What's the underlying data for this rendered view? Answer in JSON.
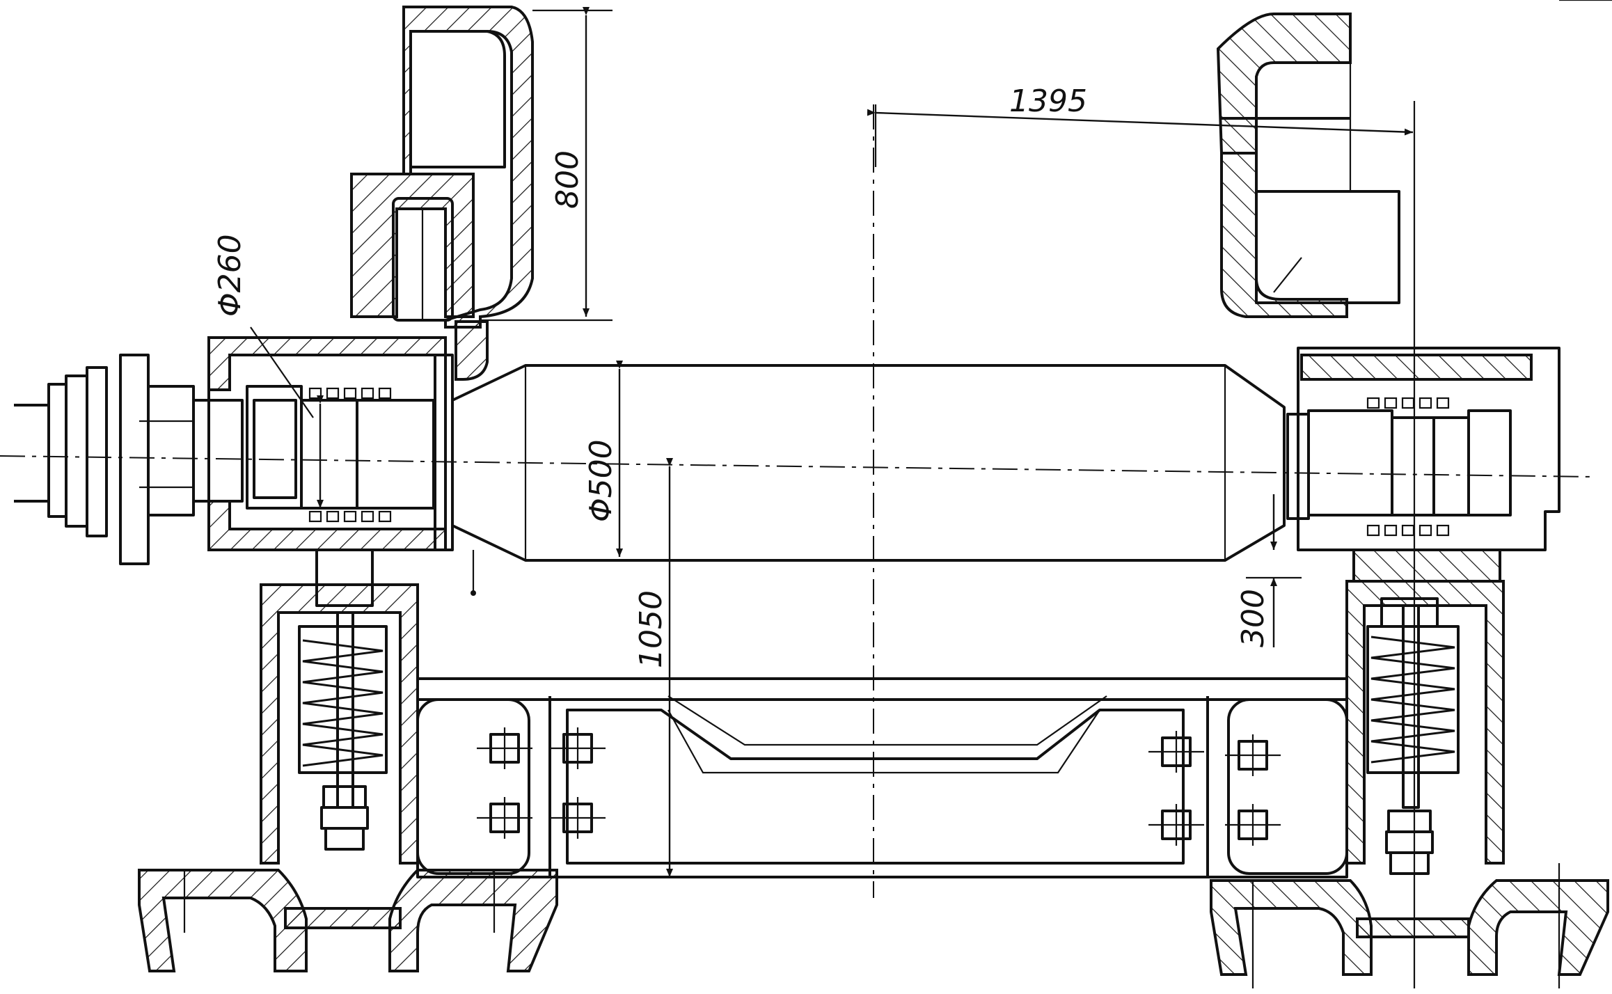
{
  "drawing": {
    "ink_color": "#111111",
    "paper_color": "#ffffff",
    "dimensions": {
      "d1395": "1395",
      "d800": "800",
      "d260": "Φ260",
      "d500": "Φ500",
      "d1050": "1050",
      "d300": "300"
    }
  }
}
